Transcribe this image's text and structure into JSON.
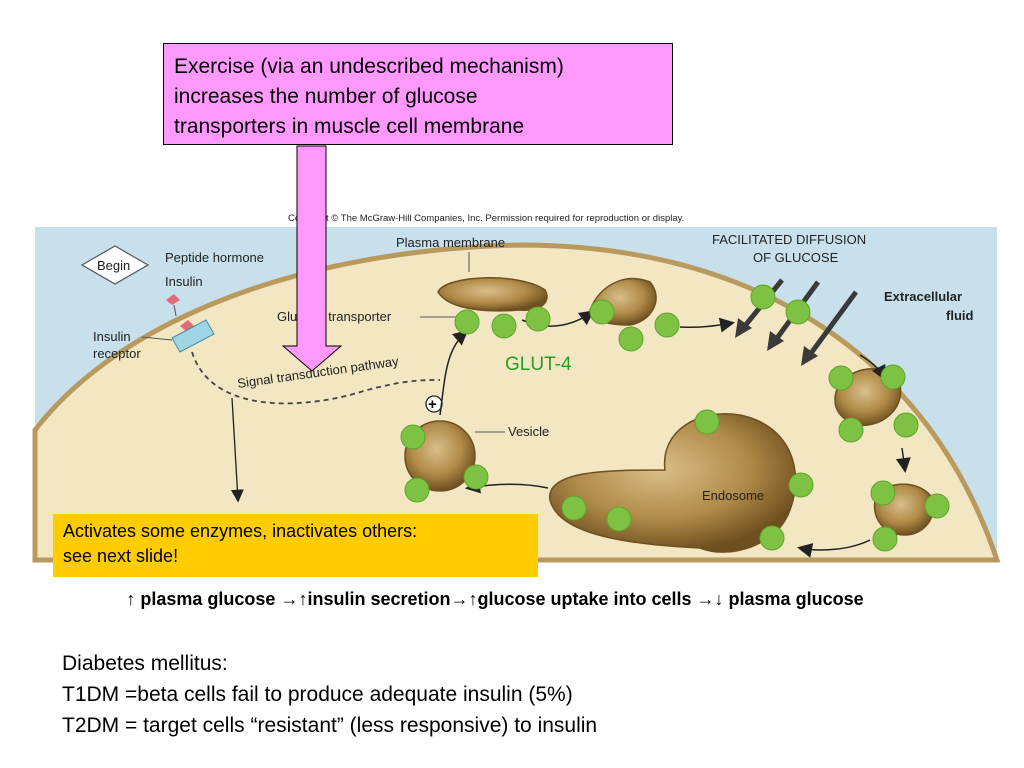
{
  "exercise_box": {
    "lines": [
      "Exercise (via an undescribed mechanism)",
      "increases the number of glucose",
      "transporters in muscle cell membrane"
    ]
  },
  "figure": {
    "copyright": "Copyright © The McGraw-Hill Companies, Inc. Permission required for reproduction or display.",
    "begin": "Begin",
    "peptide_hormone": "Peptide hormone",
    "insulin": "Insulin",
    "insulin_receptor": [
      "Insulin",
      "receptor"
    ],
    "plasma_membrane": "Plasma membrane",
    "glucose_transporter": "Glucose transporter",
    "signal_pathway": "Signal transduction pathway",
    "vesicle": "Vesicle",
    "endosome": "Endosome",
    "facilitated_diffusion": [
      "FACILITATED DIFFUSION",
      "OF GLUCOSE"
    ],
    "extracellular_fluid": [
      "Extracellular",
      "fluid"
    ],
    "glut4": "GLUT-4",
    "plus_symbol": "+",
    "colors": {
      "cytoplasm": "#f3e6c2",
      "extracellular": "#c8e0ec",
      "transporter": "#7dc242",
      "vesicle": "#8a6a2e",
      "arrow_fill": "#ff99ff"
    }
  },
  "enzyme_box": {
    "lines": [
      "Activates some enzymes, inactivates others:",
      "see next slide!"
    ]
  },
  "summary": "↑ plasma glucose →↑insulin secretion→↑glucose uptake into cells →↓ plasma glucose",
  "diabetes": {
    "title": "Diabetes mellitus:",
    "t1": "T1DM =beta cells fail to produce adequate insulin (5%)",
    "t2": "T2DM = target cells “resistant” (less responsive) to insulin"
  }
}
